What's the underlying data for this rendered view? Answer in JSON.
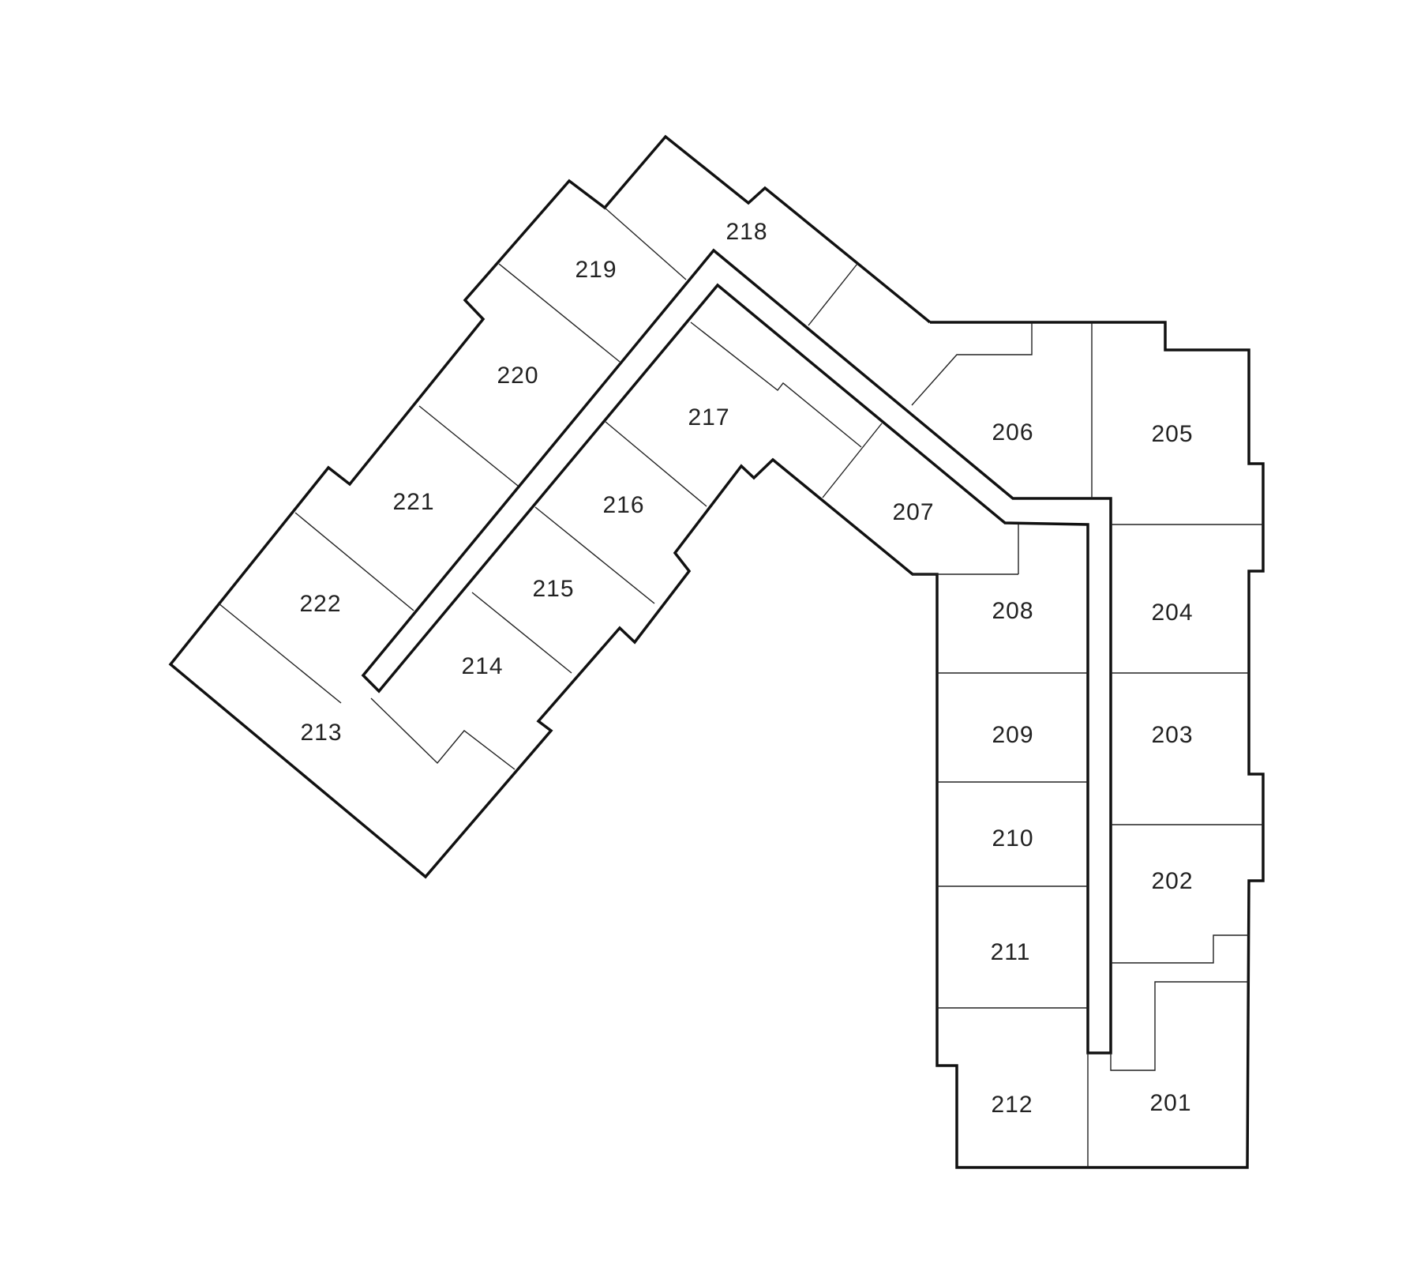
{
  "units": [
    {
      "id": "unit-201",
      "label": "201"
    },
    {
      "id": "unit-202",
      "label": "202"
    },
    {
      "id": "unit-203",
      "label": "203"
    },
    {
      "id": "unit-204",
      "label": "204"
    },
    {
      "id": "unit-205",
      "label": "205"
    },
    {
      "id": "unit-206",
      "label": "206"
    },
    {
      "id": "unit-207",
      "label": "207"
    },
    {
      "id": "unit-208",
      "label": "208"
    },
    {
      "id": "unit-209",
      "label": "209"
    },
    {
      "id": "unit-210",
      "label": "210"
    },
    {
      "id": "unit-211",
      "label": "211"
    },
    {
      "id": "unit-212",
      "label": "212"
    },
    {
      "id": "unit-213",
      "label": "213"
    },
    {
      "id": "unit-214",
      "label": "214"
    },
    {
      "id": "unit-215",
      "label": "215"
    },
    {
      "id": "unit-216",
      "label": "216"
    },
    {
      "id": "unit-217",
      "label": "217"
    },
    {
      "id": "unit-218",
      "label": "218"
    },
    {
      "id": "unit-219",
      "label": "219"
    },
    {
      "id": "unit-220",
      "label": "220"
    },
    {
      "id": "unit-221",
      "label": "221"
    },
    {
      "id": "unit-222",
      "label": "222"
    }
  ],
  "colors": {
    "wall": "#111111",
    "background": "#ffffff"
  }
}
